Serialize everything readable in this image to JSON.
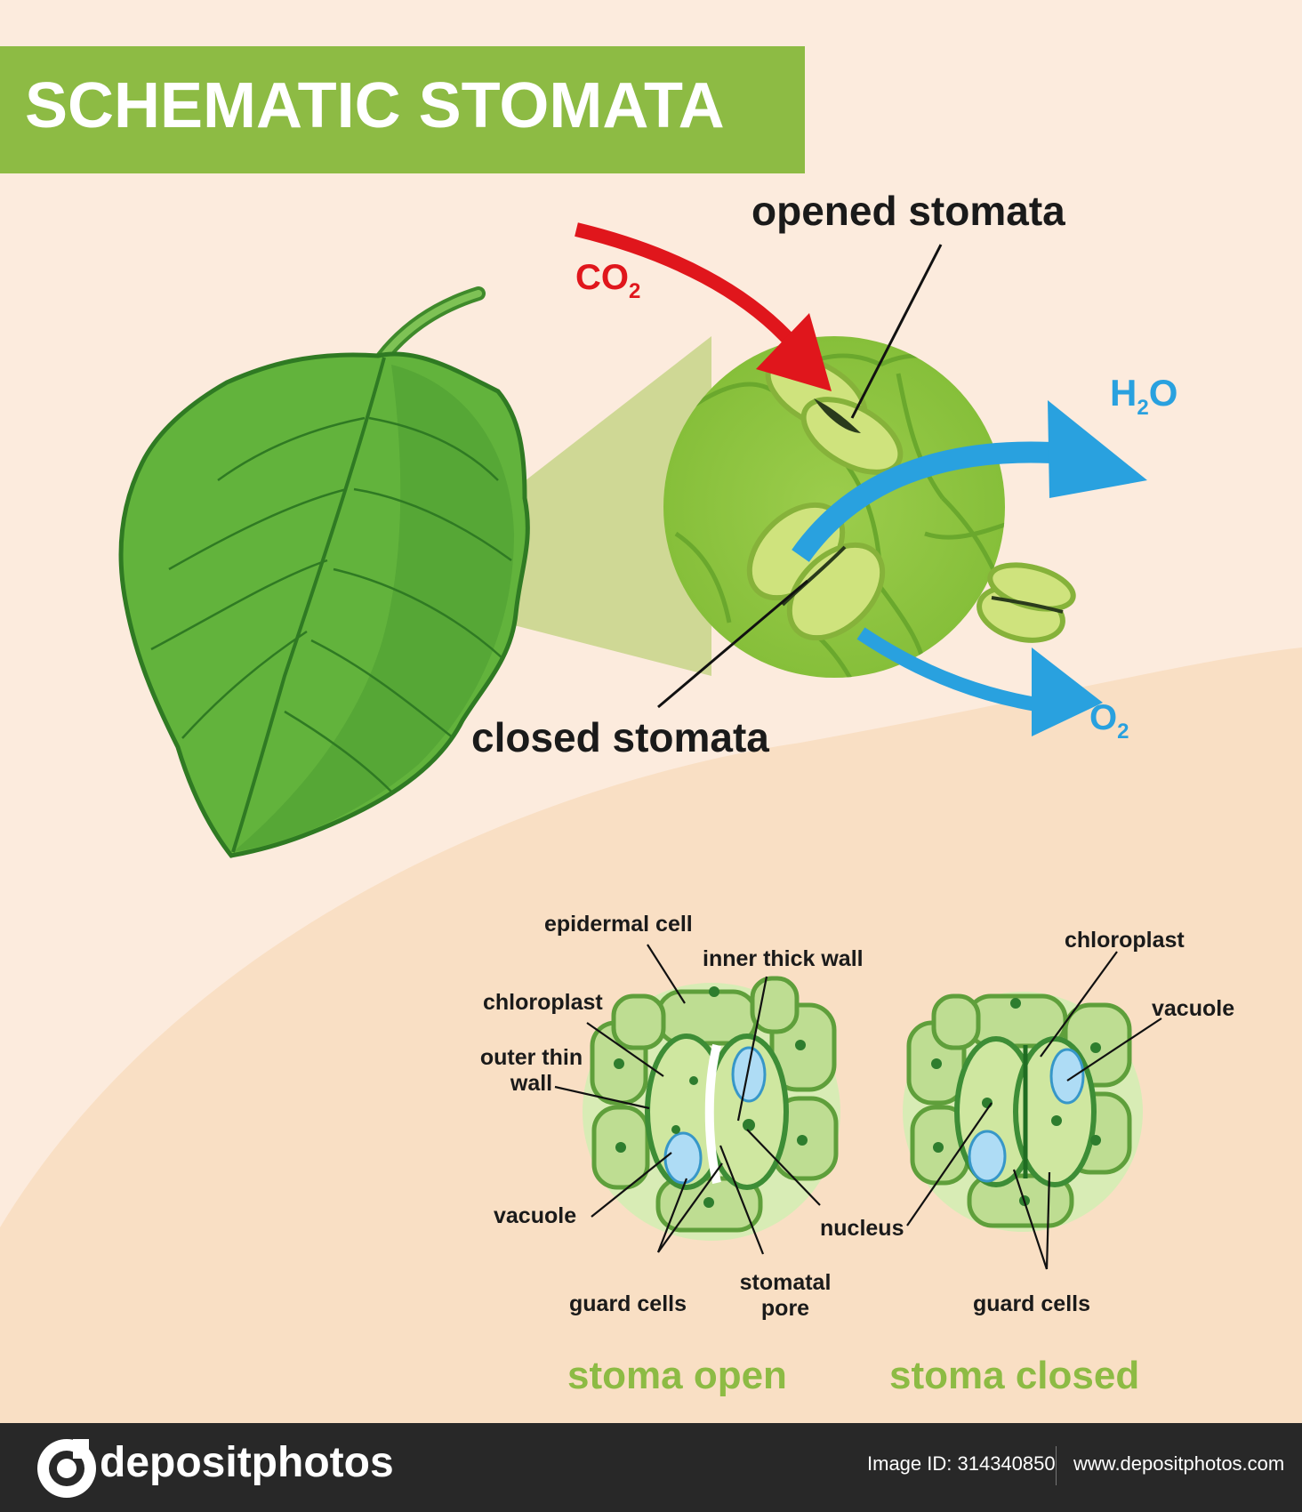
{
  "title": "SCHEMATIC STOMATA",
  "labels": {
    "opened_stomata": "opened stomata",
    "closed_stomata": "closed stomata"
  },
  "gases": {
    "co2": {
      "main": "CO",
      "sub": "2"
    },
    "h2o": {
      "pre": "H",
      "sub": "2",
      "post": "O"
    },
    "o2": {
      "main": "O",
      "sub": "2"
    }
  },
  "open_labels": {
    "epidermal_cell": "epidermal cell",
    "inner_thick_wall": "inner thick wall",
    "chloroplast": "chloroplast",
    "outer_thin_wall_1": "outer thin",
    "outer_thin_wall_2": "wall",
    "vacuole": "vacuole",
    "nucleus": "nucleus",
    "guard_cells": "guard cells",
    "stomatal_pore_1": "stomatal",
    "stomatal_pore_2": "pore"
  },
  "closed_labels": {
    "chloroplast": "chloroplast",
    "vacuole": "vacuole",
    "guard_cells": "guard cells"
  },
  "captions": {
    "open": "stoma open",
    "closed": "stoma closed"
  },
  "footer": {
    "brand": "depositphotos",
    "image_id": "Image ID: 314340850",
    "site": "www.depositphotos.com"
  },
  "colors": {
    "background": "#fcebdd",
    "background_lower": "#f9dfc4",
    "title_bar": "#8dbb44",
    "leaf": "#5fb03a",
    "co2_arrow": "#e0161c",
    "water_arrow": "#29a1df",
    "caption_green": "#8dbb44",
    "footer": "#282828"
  }
}
